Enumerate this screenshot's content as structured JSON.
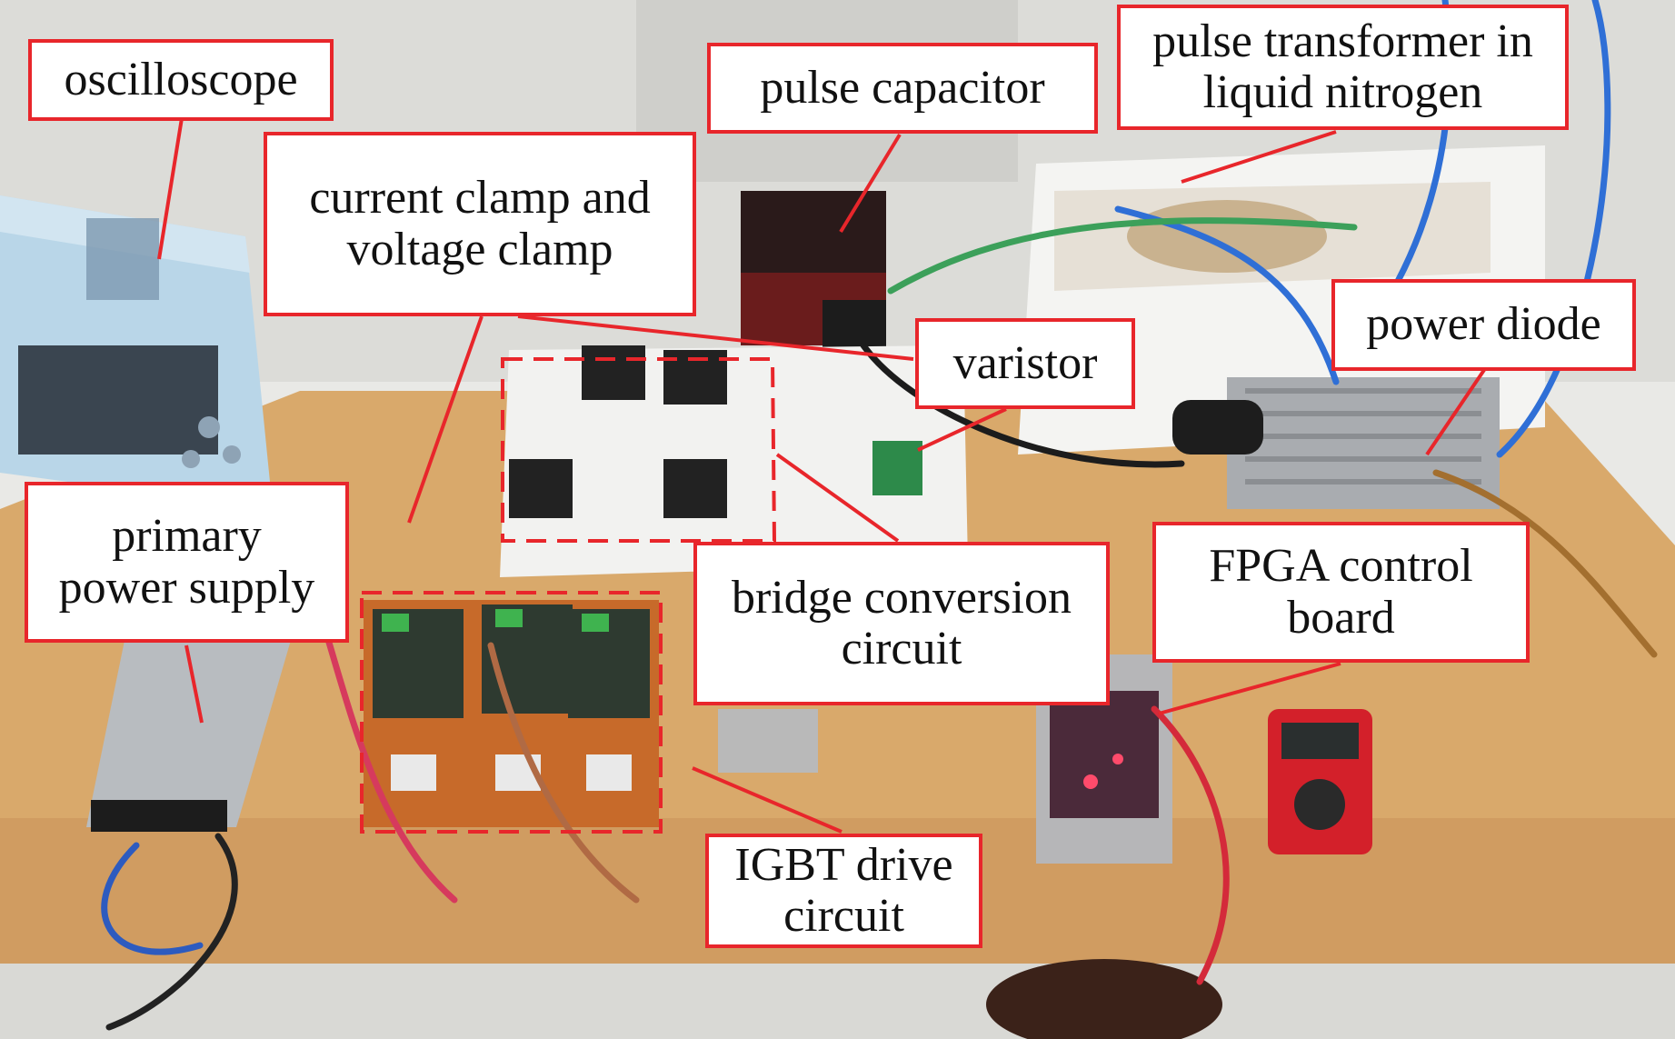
{
  "figure": {
    "kind": "annotated photograph of laboratory test bench",
    "annotation_color": "#e8262b",
    "labels": {
      "oscilloscope": "oscilloscope",
      "pulse_capacitor": "pulse capacitor",
      "pulse_transformer": "pulse transformer in\nliquid nitrogen",
      "current_voltage_clamp": "current clamp and\nvoltage clamp",
      "varistor": "varistor",
      "power_diode": "power diode",
      "primary_power_supply": "primary\npower supply",
      "bridge_conversion_circuit": "bridge conversion\ncircuit",
      "fpga_control_board": "FPGA control\nboard",
      "igbt_drive_circuit": "IGBT drive\ncircuit"
    }
  }
}
